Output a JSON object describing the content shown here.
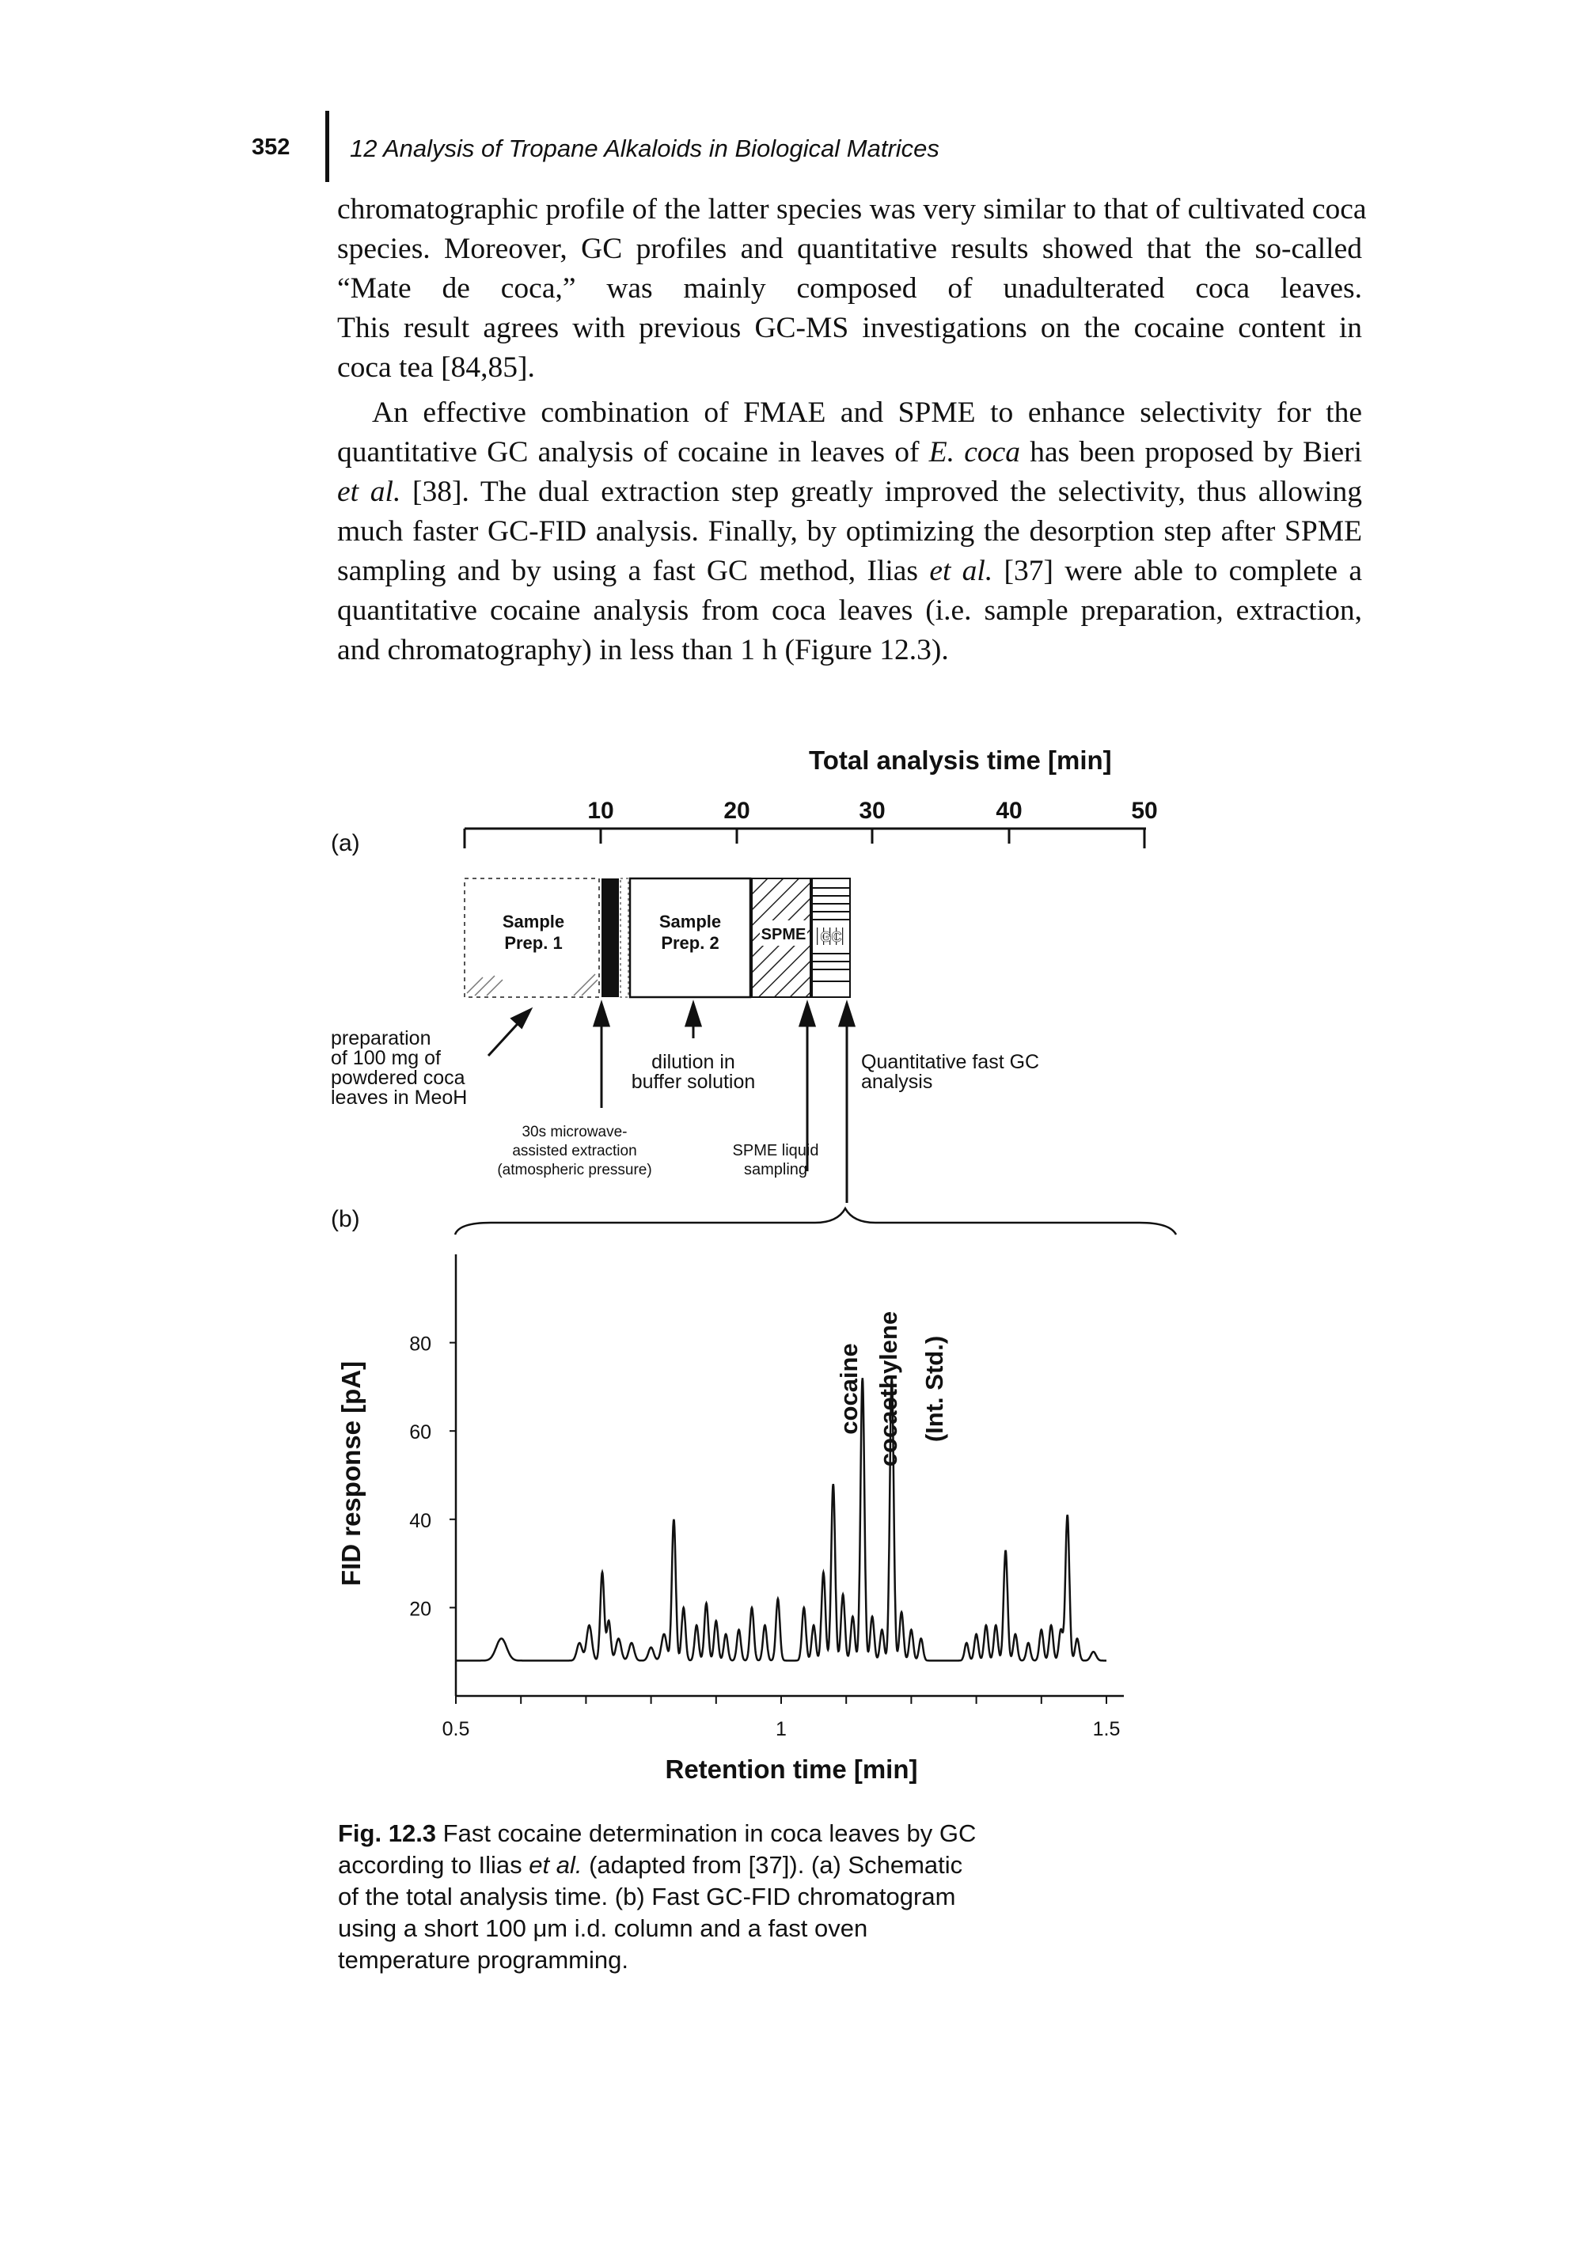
{
  "header": {
    "page_number": "352",
    "running_head": "12 Analysis of Tropane Alkaloids in Biological Matrices"
  },
  "paragraphs": [
    {
      "lines": [
        "chromatographic profile of the latter species was very similar to that of cultivated coca",
        "species. Moreover, GC profiles and quantitative results showed that the so-called",
        "“Mate de coca,” was mainly composed of unadulterated coca leaves.",
        "This result agrees with previous GC-MS investigations on the cocaine content in",
        "coca tea [84,85]."
      ]
    },
    {
      "lines": [
        "An effective combination of FMAE and SPME to enhance selectivity for the",
        "quantitative GC analysis of cocaine in leaves of E. coca has been proposed by Bieri",
        "et al. [38]. The dual extraction step greatly improved the selectivity, thus allowing",
        "much faster GC-FID analysis. Finally, by optimizing the desorption step after SPME",
        "sampling and by using a fast GC method, Ilias et al. [37] were able to complete a",
        "quantitative cocaine analysis from coca leaves (i.e. sample preparation, extraction,",
        "and chromatography) in less than 1 h (Figure 12.3)."
      ]
    }
  ],
  "figure": {
    "panel_a": {
      "label": "(a)",
      "axis_title": "Total analysis time [min]",
      "ticks": [
        "10",
        "20",
        "30",
        "40",
        "50"
      ],
      "boxes": {
        "sample_prep_1": [
          "Sample",
          "Prep. 1"
        ],
        "sample_prep_2": [
          "Sample",
          "Prep. 2"
        ],
        "spme": "SPME",
        "gc": "GC"
      },
      "annotations": {
        "preparation": [
          "preparation",
          "of 100 mg of",
          "powdered coca",
          "leaves in MeoH"
        ],
        "dilution": [
          "dilution in",
          "buffer solution"
        ],
        "quantitative": [
          "Quantitative fast GC",
          "analysis"
        ],
        "microwave": [
          "30s microwave-",
          "assisted extraction",
          "(atmospheric pressure)"
        ],
        "spme_liquid": [
          "SPME liquid",
          "sampling"
        ]
      }
    },
    "panel_b": {
      "label": "(b)"
    }
  },
  "chart_data": {
    "type": "line",
    "title": "",
    "xlabel": "Retention time [min]",
    "ylabel": "FID response [pA]",
    "xlim": [
      0.5,
      1.5
    ],
    "ylim": [
      0,
      100
    ],
    "x_ticks": [
      "0.5",
      "1",
      "1.5"
    ],
    "y_ticks": [
      "20",
      "40",
      "60",
      "80"
    ],
    "grid": false,
    "baseline": 8,
    "peaks": [
      {
        "x": 0.57,
        "h": 5,
        "w": 0.008
      },
      {
        "x": 0.69,
        "h": 4,
        "w": 0.004
      },
      {
        "x": 0.705,
        "h": 8,
        "w": 0.004
      },
      {
        "x": 0.725,
        "h": 20,
        "w": 0.003
      },
      {
        "x": 0.735,
        "h": 9,
        "w": 0.003
      },
      {
        "x": 0.75,
        "h": 5,
        "w": 0.004
      },
      {
        "x": 0.77,
        "h": 4,
        "w": 0.004
      },
      {
        "x": 0.8,
        "h": 3,
        "w": 0.004
      },
      {
        "x": 0.82,
        "h": 6,
        "w": 0.004
      },
      {
        "x": 0.835,
        "h": 32,
        "w": 0.003
      },
      {
        "x": 0.85,
        "h": 12,
        "w": 0.003
      },
      {
        "x": 0.87,
        "h": 8,
        "w": 0.003
      },
      {
        "x": 0.885,
        "h": 13,
        "w": 0.003
      },
      {
        "x": 0.9,
        "h": 9,
        "w": 0.003
      },
      {
        "x": 0.915,
        "h": 6,
        "w": 0.003
      },
      {
        "x": 0.935,
        "h": 7,
        "w": 0.003
      },
      {
        "x": 0.955,
        "h": 12,
        "w": 0.003
      },
      {
        "x": 0.975,
        "h": 8,
        "w": 0.003
      },
      {
        "x": 0.995,
        "h": 14,
        "w": 0.003
      },
      {
        "x": 1.035,
        "h": 12,
        "w": 0.003
      },
      {
        "x": 1.05,
        "h": 8,
        "w": 0.003
      },
      {
        "x": 1.065,
        "h": 20,
        "w": 0.003
      },
      {
        "x": 1.08,
        "h": 40,
        "w": 0.003
      },
      {
        "x": 1.095,
        "h": 15,
        "w": 0.003
      },
      {
        "x": 1.11,
        "h": 10,
        "w": 0.003
      },
      {
        "x": 1.125,
        "h": 64,
        "w": 0.003
      },
      {
        "x": 1.14,
        "h": 10,
        "w": 0.003
      },
      {
        "x": 1.155,
        "h": 7,
        "w": 0.003
      },
      {
        "x": 1.17,
        "h": 64,
        "w": 0.003
      },
      {
        "x": 1.185,
        "h": 11,
        "w": 0.003
      },
      {
        "x": 1.2,
        "h": 7,
        "w": 0.003
      },
      {
        "x": 1.215,
        "h": 5,
        "w": 0.003
      },
      {
        "x": 1.285,
        "h": 4,
        "w": 0.003
      },
      {
        "x": 1.3,
        "h": 6,
        "w": 0.003
      },
      {
        "x": 1.315,
        "h": 8,
        "w": 0.003
      },
      {
        "x": 1.33,
        "h": 8,
        "w": 0.003
      },
      {
        "x": 1.345,
        "h": 25,
        "w": 0.003
      },
      {
        "x": 1.36,
        "h": 6,
        "w": 0.003
      },
      {
        "x": 1.38,
        "h": 4,
        "w": 0.003
      },
      {
        "x": 1.4,
        "h": 7,
        "w": 0.003
      },
      {
        "x": 1.415,
        "h": 8,
        "w": 0.003
      },
      {
        "x": 1.43,
        "h": 7,
        "w": 0.003
      },
      {
        "x": 1.44,
        "h": 33,
        "w": 0.003
      },
      {
        "x": 1.455,
        "h": 5,
        "w": 0.003
      },
      {
        "x": 1.48,
        "h": 2,
        "w": 0.004
      }
    ],
    "peak_labels": [
      {
        "x": 1.125,
        "label": "cocaine"
      },
      {
        "x": 1.17,
        "label": "cocaethylene"
      },
      {
        "x": 1.17,
        "label": "(Int. Std.)"
      }
    ]
  },
  "caption": {
    "label": "Fig. 12.3",
    "lines": [
      "Fast cocaine determination in coca leaves by GC",
      "according to Ilias et al. (adapted from [37]). (a) Schematic",
      "of the total analysis time. (b) Fast GC-FID chromatogram",
      "using a short 100 μm i.d. column and a fast oven",
      "temperature programming."
    ]
  }
}
